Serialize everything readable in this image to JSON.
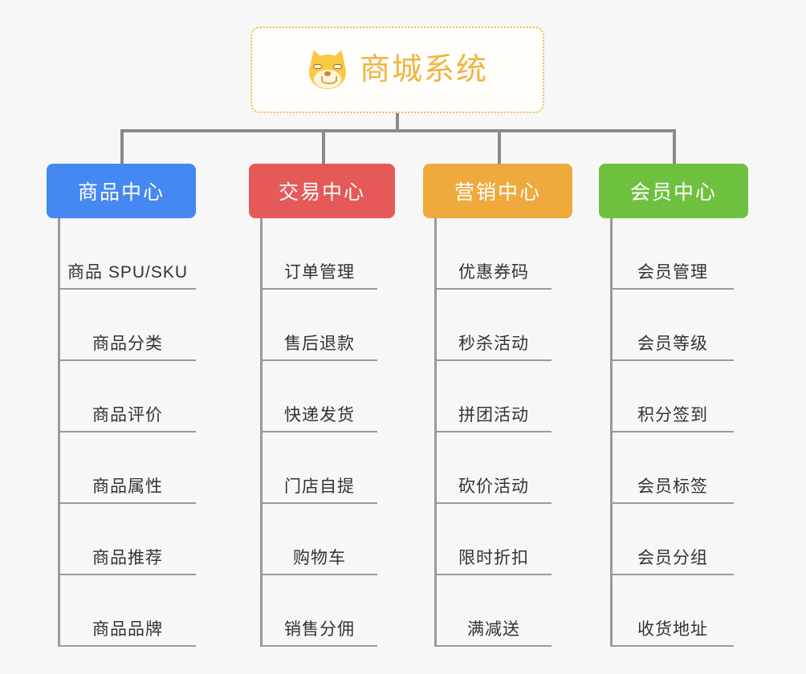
{
  "root": {
    "icon": "dog-face-icon",
    "title": "商城系统",
    "color": "#f3b340",
    "border_color": "#f0b849"
  },
  "columns": [
    {
      "label": "商品中心",
      "color": "#4688f1",
      "items": [
        "商品 SPU/SKU",
        "商品分类",
        "商品评价",
        "商品属性",
        "商品推荐",
        "商品品牌"
      ]
    },
    {
      "label": "交易中心",
      "color": "#e55a58",
      "items": [
        "订单管理",
        "售后退款",
        "快递发货",
        "门店自提",
        "购物车",
        "销售分佣"
      ]
    },
    {
      "label": "营销中心",
      "color": "#eeaa3c",
      "items": [
        "优惠券码",
        "秒杀活动",
        "拼团活动",
        "砍价活动",
        "限时折扣",
        "满减送"
      ]
    },
    {
      "label": "会员中心",
      "color": "#70c040",
      "items": [
        "会员管理",
        "会员等级",
        "积分签到",
        "会员标签",
        "会员分组",
        "收货地址"
      ]
    }
  ],
  "connector_color": "#8a8a8a",
  "background_color": "#f7f7f7"
}
